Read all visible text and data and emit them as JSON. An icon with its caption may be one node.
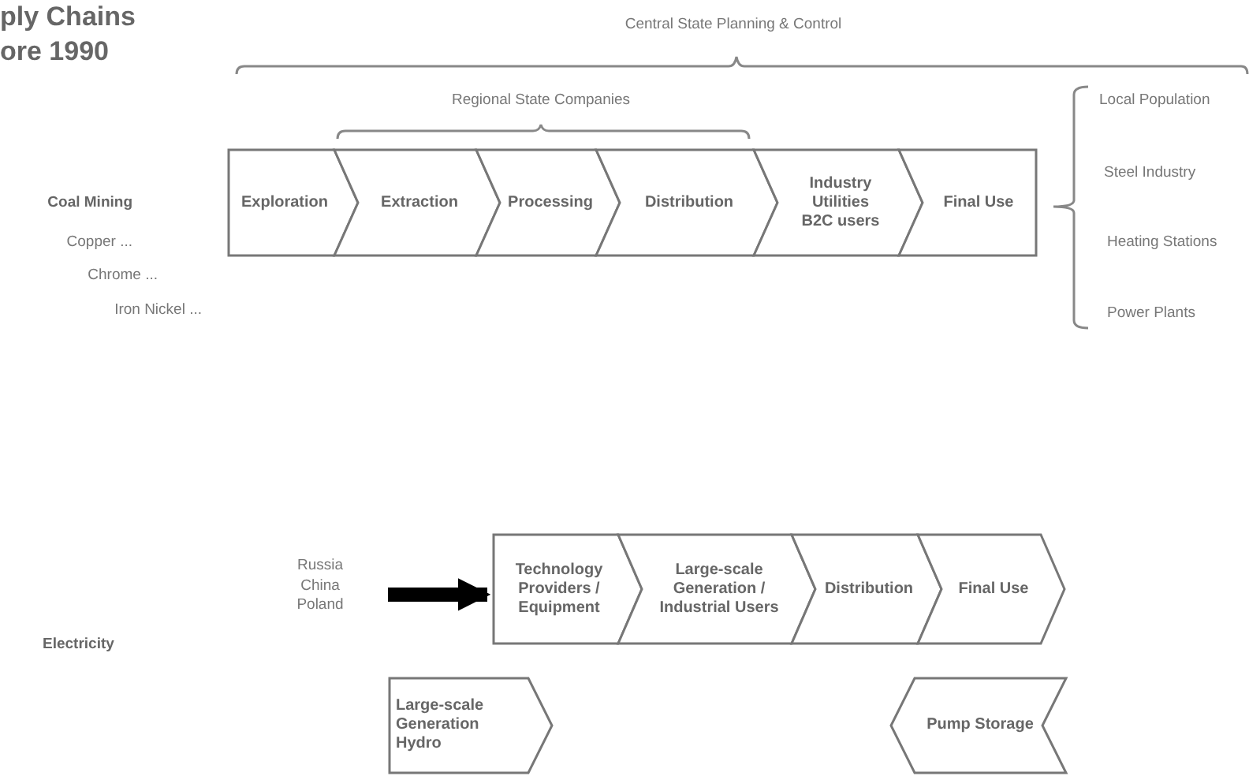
{
  "diagram": {
    "title": "ply Chains ore 1990",
    "nodes": [
      {
        "text": [
          "Exploration"
        ]
      },
      {
        "text": [
          "Extraction"
        ]
      },
      {
        "text": [
          "Processing"
        ]
      },
      {
        "text": [
          "Distribution"
        ]
      },
      {
        "text": [
          "Industry Utilities B2C users"
        ]
      },
      {
        "text": [
          "Final Use"
        ]
      },
      {
        "text": [
          "Russia China Poland"
        ]
      },
      {
        "text": [
          "Technology Providers / Equipment"
        ]
      },
      {
        "text": [
          "Large-scale Generation / Industrial Users"
        ]
      },
      {
        "text": [
          "Distribution"
        ]
      },
      {
        "text": [
          "Final Use"
        ]
      },
      {
        "text": [
          "Large-scale Generation Hydro"
        ]
      },
      {
        "text": [
          "Pump Storage"
        ]
      }
    ],
    "edges": [
      {
        "from": 6,
        "to": 7,
        "arrow": "to"
      }
    ],
    "labels": [
      "Central State Planning & Control",
      "Regional State Companies",
      "Local Population",
      "Steel Industry",
      "Heating Stations",
      "Power Plants",
      "Coal Mining",
      "Copper ...",
      "Chrome ...",
      "Iron Nickel ...",
      "Electricity"
    ]
  }
}
